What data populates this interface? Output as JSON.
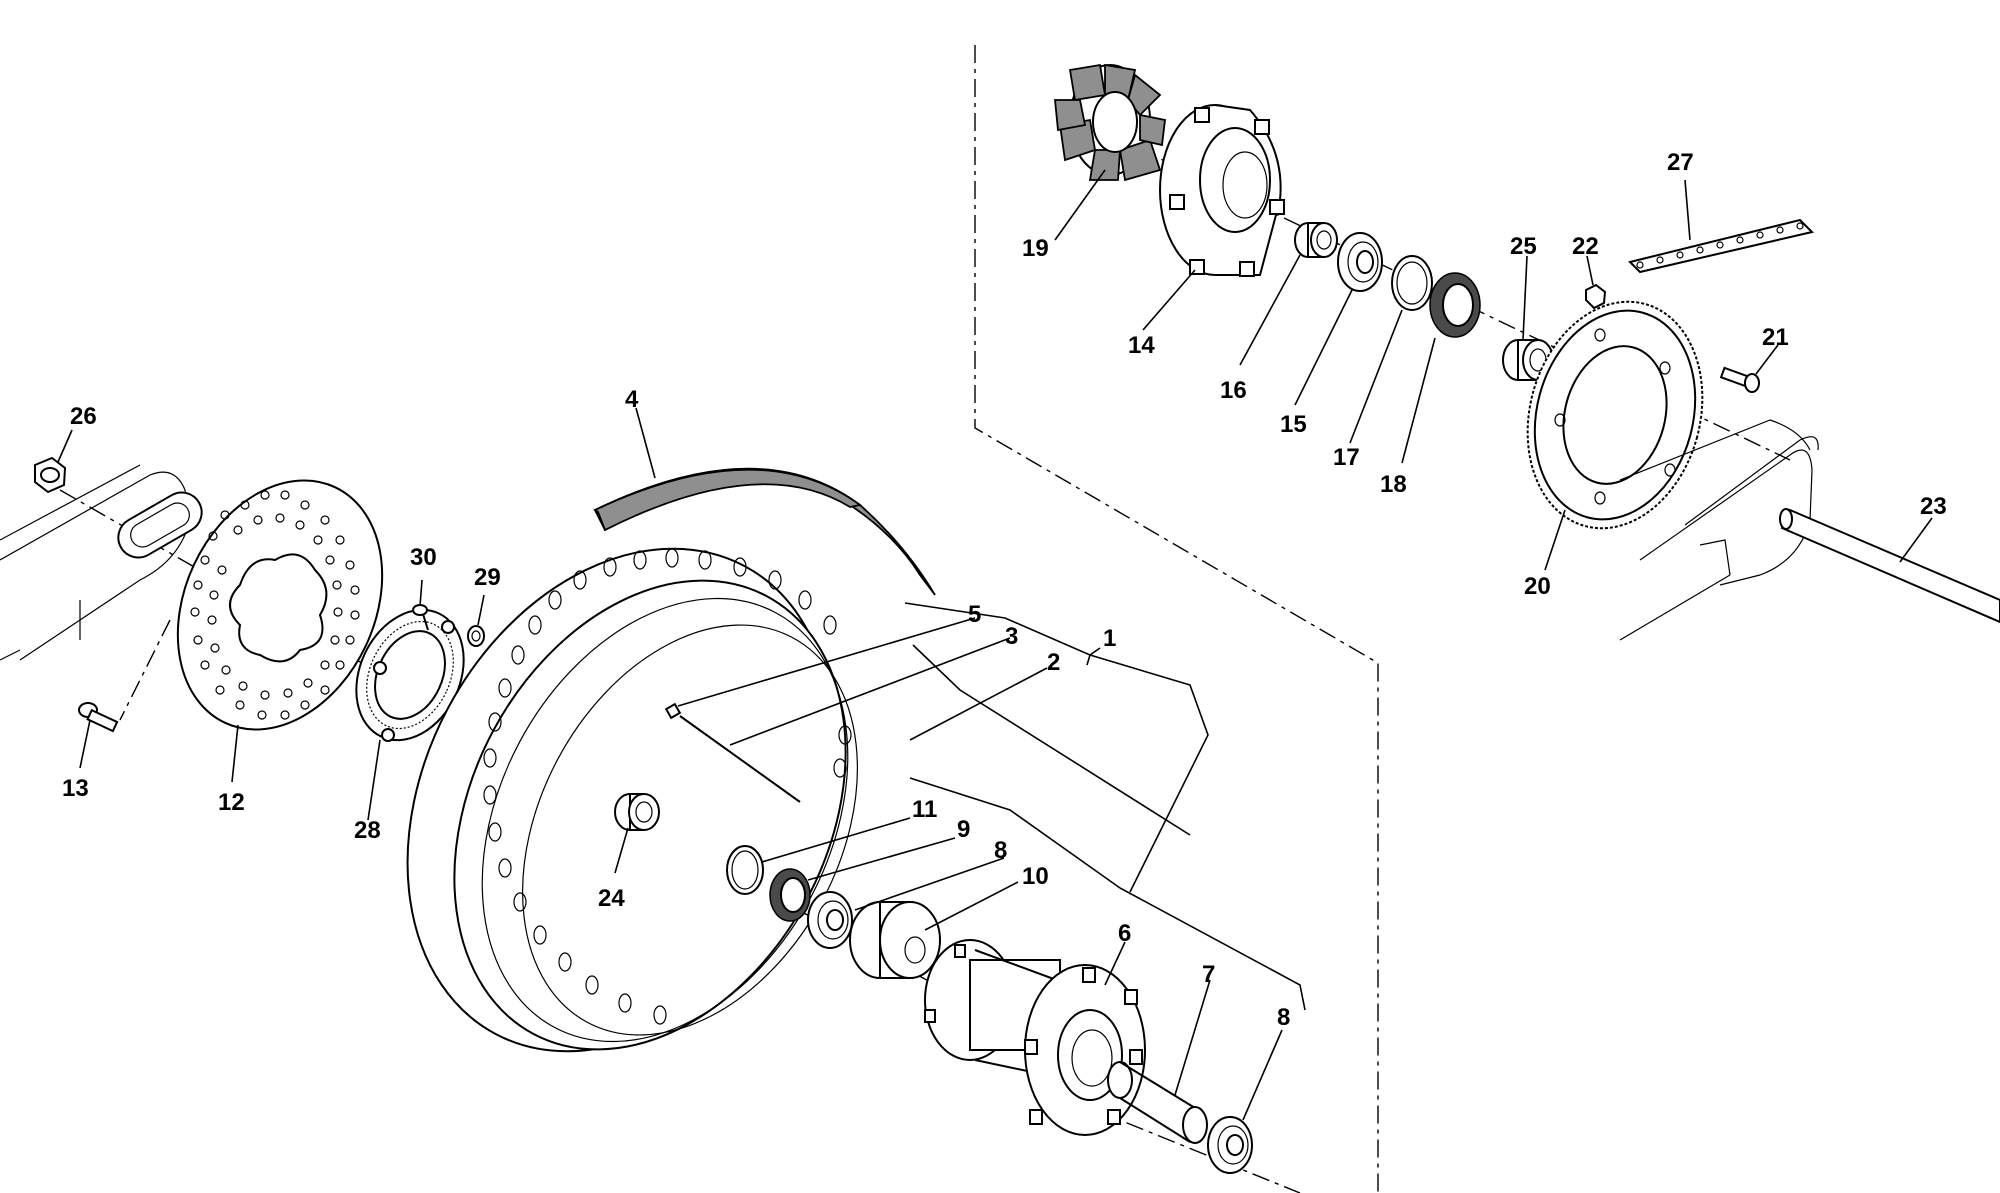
{
  "labels": {
    "p1": "1",
    "p2": "2",
    "p3": "3",
    "p4": "4",
    "p5": "5",
    "p6": "6",
    "p7": "7",
    "p8a": "8",
    "p8b": "8",
    "p9": "9",
    "p10": "10",
    "p11": "11",
    "p12": "12",
    "p13": "13",
    "p14": "14",
    "p15": "15",
    "p16": "16",
    "p17": "17",
    "p18": "18",
    "p19": "19",
    "p20": "20",
    "p21": "21",
    "p22": "22",
    "p23": "23",
    "p24": "24",
    "p25": "25",
    "p26": "26",
    "p27": "27",
    "p28": "28",
    "p29": "29",
    "p30": "30"
  },
  "colors": {
    "line": "#000000",
    "fill_gray": "#8f8f8f",
    "fill_dark": "#4a4a4a",
    "background": "#ffffff"
  }
}
